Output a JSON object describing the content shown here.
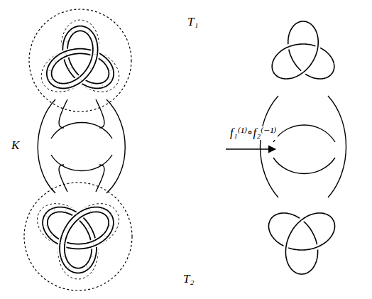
{
  "diagram": {
    "labels": [
      "T₁",
      "K",
      "T₂",
      "f₁⁽¹⁾∘f₂⁽⁻¹⁾"
    ]
  }
}
